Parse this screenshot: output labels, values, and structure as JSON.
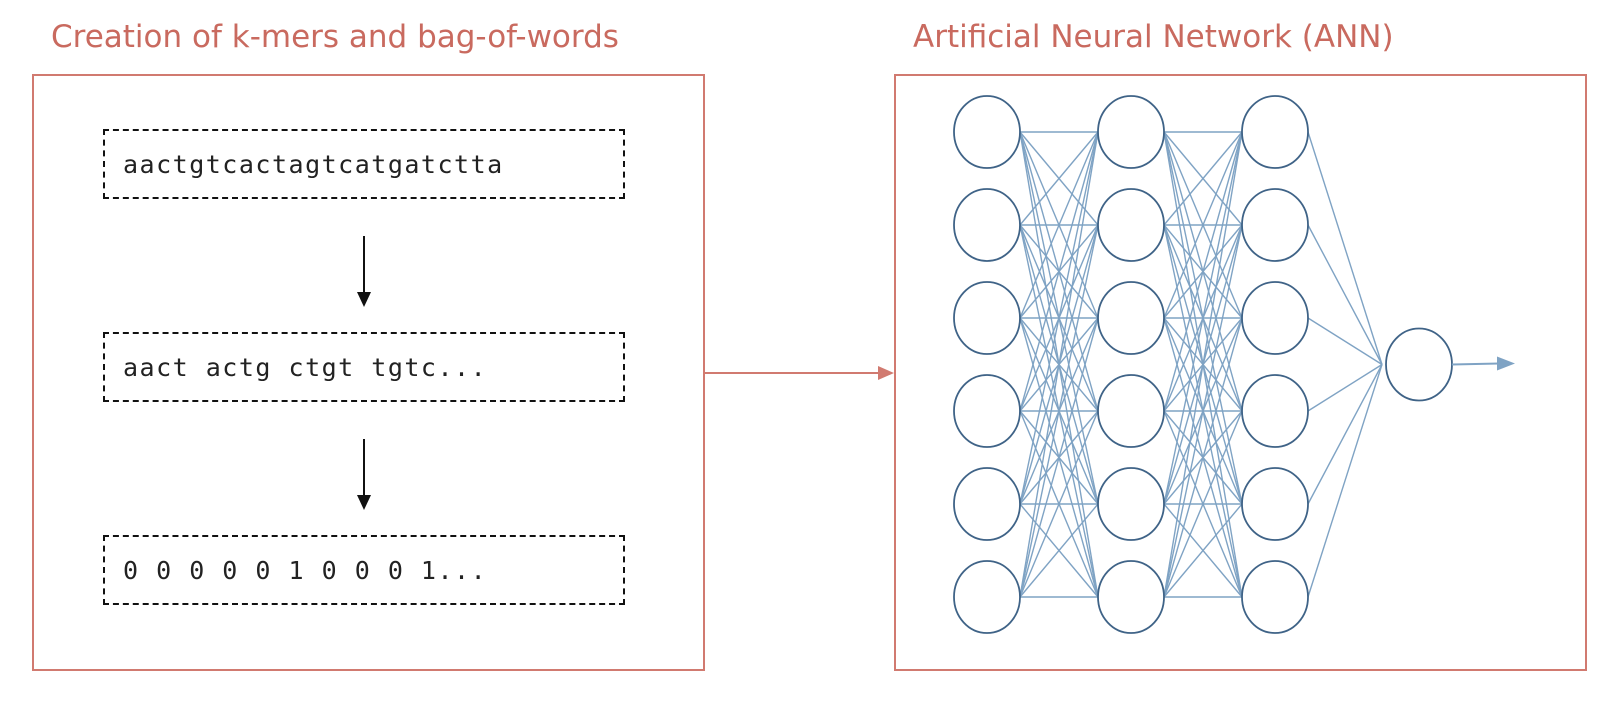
{
  "titles": {
    "left": "Creation of k-mers and bag-of-words",
    "right": "Artificial Neural Network (ANN)"
  },
  "kmer_panel": {
    "sequence": "aactgtcactagtcatgatctta",
    "kmers": "aact actg ctgt tgtc...",
    "bag_of_words": "0 0 0 0 0 1 0 0 0 1..."
  },
  "network": {
    "layers": [
      6,
      6,
      6,
      1
    ]
  },
  "colors": {
    "accent": "#d17a70",
    "title": "#c96a5f",
    "node_stroke": "#3f6387",
    "edge": "#7fa3c4",
    "text": "#222222"
  }
}
